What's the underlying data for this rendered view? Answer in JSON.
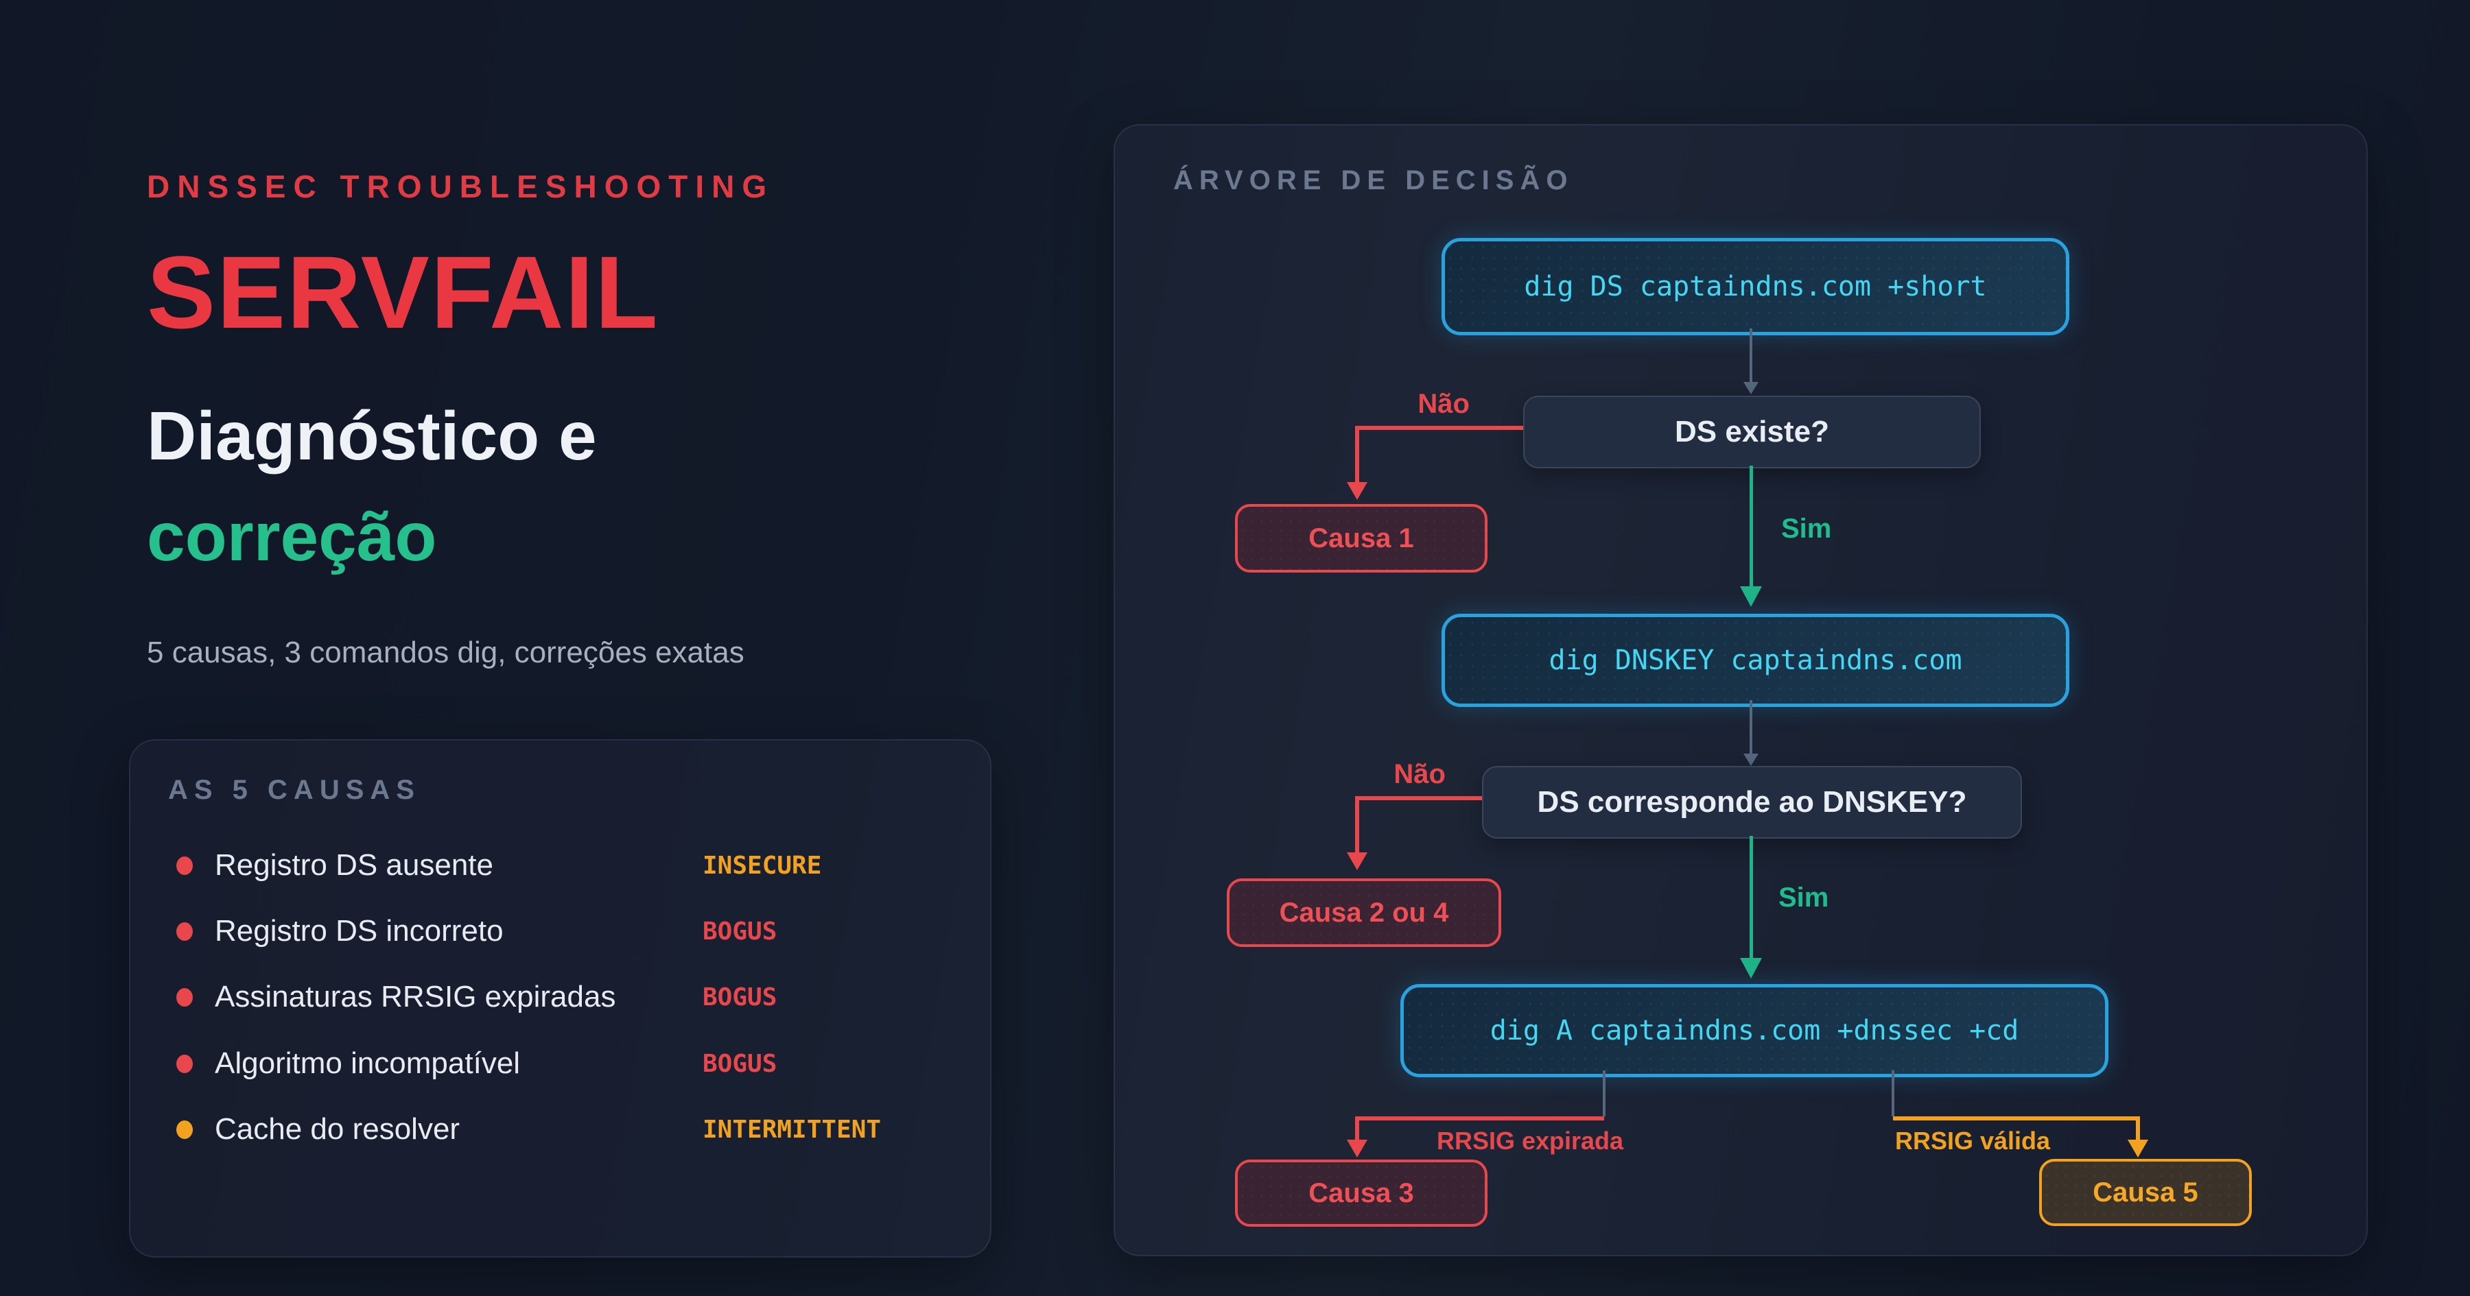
{
  "hero": {
    "eyebrow": "DNSSEC TROUBLESHOOTING",
    "title": "SERVFAIL",
    "subtitle_line1": "Diagnóstico e",
    "subtitle_line2": "correção",
    "tagline": "5 causas, 3 comandos dig, correções exatas"
  },
  "causes_panel": {
    "heading": "AS 5 CAUSAS",
    "items": [
      {
        "label": "Registro DS ausente",
        "badge": "INSECURE",
        "severity": "warn"
      },
      {
        "label": "Registro DS incorreto",
        "badge": "BOGUS",
        "severity": "error"
      },
      {
        "label": "Assinaturas RRSIG expiradas",
        "badge": "BOGUS",
        "severity": "error"
      },
      {
        "label": "Algoritmo incompatível",
        "badge": "BOGUS",
        "severity": "error"
      },
      {
        "label": "Cache do resolver",
        "badge": "INTERMITTENT",
        "severity": "warn"
      }
    ]
  },
  "tree_panel": {
    "heading": "ÁRVORE DE DECISÃO",
    "commands": {
      "cmd1": "dig DS captaindns.com +short",
      "cmd2": "dig DNSKEY captaindns.com",
      "cmd3": "dig A captaindns.com +dnssec +cd"
    },
    "questions": {
      "q1": "DS existe?",
      "q2": "DS corresponde ao DNSKEY?"
    },
    "labels": {
      "no": "Não",
      "yes": "Sim",
      "rrsig_expired": "RRSIG expirada",
      "rrsig_valid": "RRSIG válida"
    },
    "causes": {
      "c1": "Causa 1",
      "c2": "Causa 2 ou 4",
      "c3": "Causa 3",
      "c5": "Causa 5"
    }
  },
  "colors": {
    "background": "#131a29",
    "accent_red": "#e8474c",
    "accent_green": "#1fbd8d",
    "accent_orange": "#f3a21f",
    "cyan_border": "#29a3df",
    "cyan_text": "#44d7f3",
    "heading_gray": "#6b7890"
  }
}
